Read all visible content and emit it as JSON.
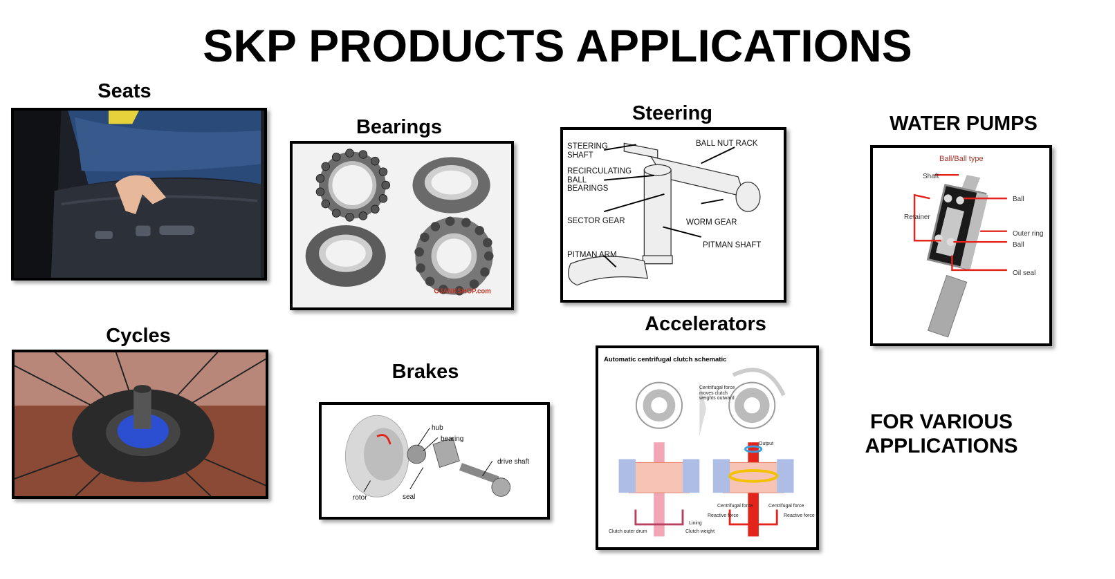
{
  "title": "SKP PRODUCTS APPLICATIONS",
  "sections": {
    "seats": {
      "label": "Seats"
    },
    "bearings": {
      "label": "Bearings",
      "watermark": "OJANKSHOP.com"
    },
    "steering": {
      "label": "Steering",
      "callouts": {
        "steering_shaft": "STEERING\nSHAFT",
        "ball_nut_rack": "BALL NUT RACK",
        "recirculating": "RECIRCULATING\nBALL\nBEARINGS",
        "sector_gear": "SECTOR GEAR",
        "worm_gear": "WORM GEAR",
        "pitman_shaft": "PITMAN SHAFT",
        "pitman_arm": "PITMAN ARM"
      }
    },
    "water_pumps": {
      "label": "WATER PUMPS",
      "callouts": {
        "type": "Ball/Ball type",
        "shaft": "Shaft",
        "ball_top": "Ball",
        "retainer": "Retainer",
        "outer_ring": "Outer ring",
        "ball_bottom": "Ball",
        "oil_seal": "Oil seal"
      }
    },
    "cycles": {
      "label": "Cycles"
    },
    "brakes": {
      "label": "Brakes",
      "callouts": {
        "hub": "hub",
        "bearing": "bearing",
        "drive_shaft": "drive shaft",
        "rotor": "rotor",
        "seal": "seal"
      }
    },
    "accelerators": {
      "label": "Accelerators",
      "callouts": {
        "title": "Automatic centrifugal clutch schematic",
        "centrifugal_note": "Centrifugal force\nmoves clutch\nweights outward",
        "output": "Output",
        "lining": "Lining",
        "clutch_weight": "Clutch weight",
        "clutch_outer_drum": "Clutch outer drum",
        "centrifugal_left": "Centrifugal force",
        "centrifugal_right": "Centrifugal force",
        "reactive_left": "Reactive force",
        "reactive_right": "Reactive force"
      }
    }
  },
  "footer_note": "FOR VARIOUS\nAPPLICATIONS",
  "colors": {
    "callout_red": "#e3241b",
    "type_label": "#a8342a"
  }
}
